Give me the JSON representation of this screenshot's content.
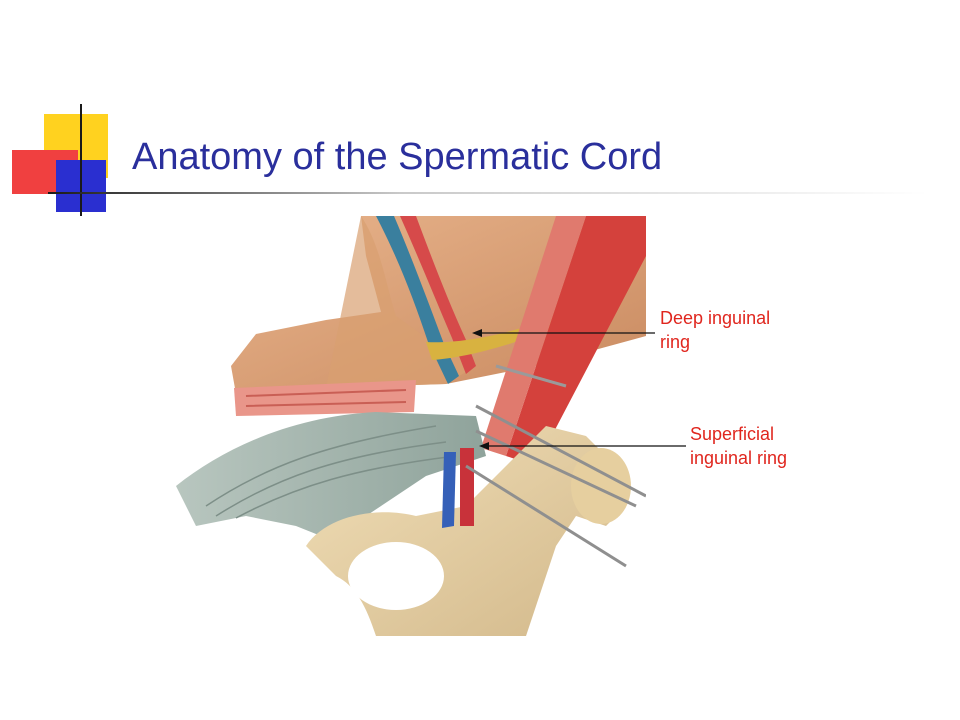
{
  "slide": {
    "title": "Anatomy of the Spermatic Cord",
    "title_color": "#2a2f9c"
  },
  "theme": {
    "yellow": "#ffd21f",
    "red": "#f04040",
    "blue": "#2a2fd0",
    "line": "#1a1a1a",
    "rule": "#c9c9c9"
  },
  "labels": {
    "deep": "Deep inguinal\nring",
    "superficial": "Superficial\ninguinal ring",
    "color": "#e0261e"
  }
}
